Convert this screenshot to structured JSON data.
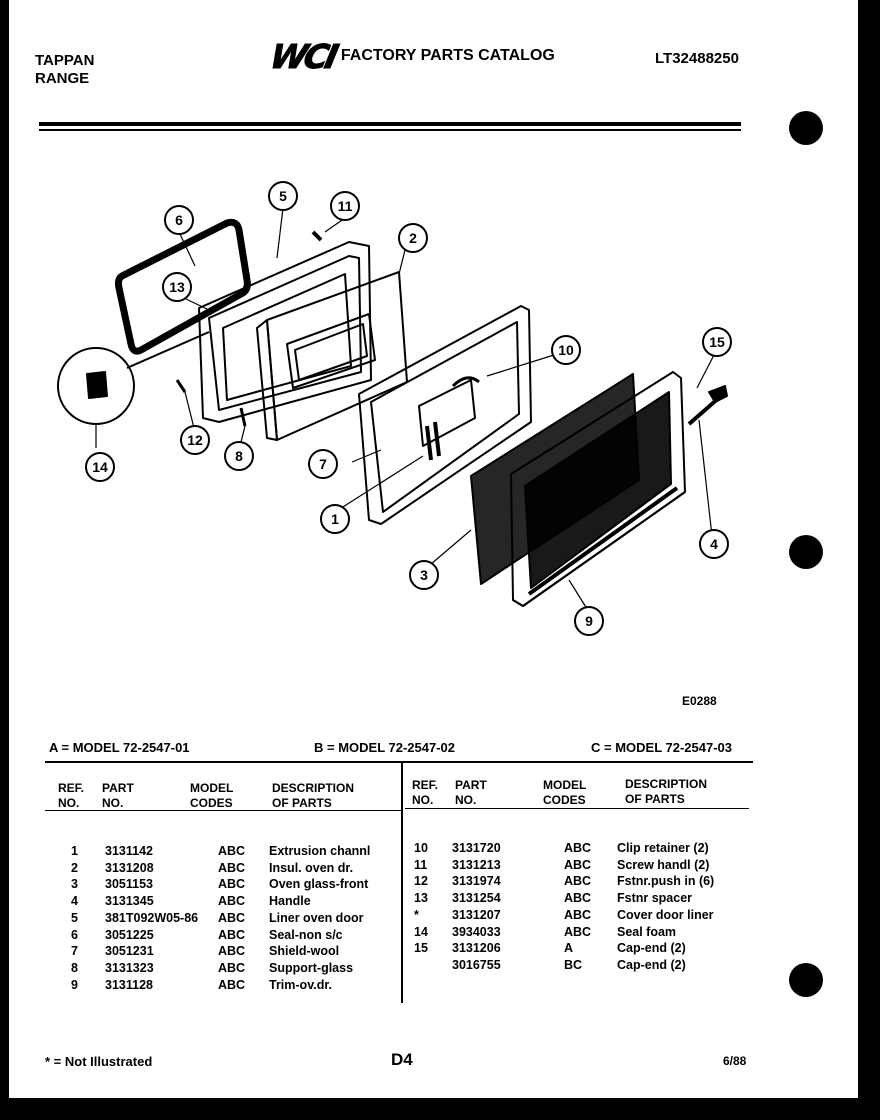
{
  "header": {
    "brand_line1": "TAPPAN",
    "brand_line2": "RANGE",
    "logo": "WCI",
    "catalog_title": "FACTORY PARTS CATALOG",
    "catalog_number": "LT32488250"
  },
  "diagram": {
    "code": "E0288",
    "callouts": [
      "1",
      "2",
      "3",
      "4",
      "5",
      "6",
      "7",
      "8",
      "9",
      "10",
      "11",
      "12",
      "13",
      "14",
      "15"
    ]
  },
  "models": {
    "a": "A = MODEL 72-2547-01",
    "b": "B = MODEL 72-2547-02",
    "c": "C = MODEL 72-2547-03"
  },
  "table": {
    "headers": {
      "ref_1": "REF.",
      "ref_2": "NO.",
      "part_1": "PART",
      "part_2": "NO.",
      "model_1": "MODEL",
      "model_2": "CODES",
      "desc_1": "DESCRIPTION",
      "desc_2": "OF PARTS"
    },
    "left_rows": [
      {
        "ref": "1",
        "part": "3131142",
        "codes": "ABC",
        "desc": "Extrusion channl"
      },
      {
        "ref": "2",
        "part": "3131208",
        "codes": "ABC",
        "desc": "Insul. oven dr."
      },
      {
        "ref": "3",
        "part": "3051153",
        "codes": "ABC",
        "desc": "Oven glass-front"
      },
      {
        "ref": "4",
        "part": "3131345",
        "codes": "ABC",
        "desc": "Handle"
      },
      {
        "ref": "5",
        "part": "381T092W05-86",
        "codes": "ABC",
        "desc": "Liner oven door"
      },
      {
        "ref": "6",
        "part": "3051225",
        "codes": "ABC",
        "desc": "Seal-non s/c"
      },
      {
        "ref": "7",
        "part": "3051231",
        "codes": "ABC",
        "desc": "Shield-wool"
      },
      {
        "ref": "8",
        "part": "3131323",
        "codes": "ABC",
        "desc": "Support-glass"
      },
      {
        "ref": "9",
        "part": "3131128",
        "codes": "ABC",
        "desc": "Trim-ov.dr."
      }
    ],
    "right_rows": [
      {
        "ref": "10",
        "part": "3131720",
        "codes": "ABC",
        "desc": "Clip retainer (2)"
      },
      {
        "ref": "11",
        "part": "3131213",
        "codes": "ABC",
        "desc": "Screw handl (2)"
      },
      {
        "ref": "12",
        "part": "3131974",
        "codes": "ABC",
        "desc": "Fstnr.push in (6)"
      },
      {
        "ref": "13",
        "part": "3131254",
        "codes": "ABC",
        "desc": "Fstnr spacer"
      },
      {
        "ref": "*",
        "part": "3131207",
        "codes": "ABC",
        "desc": "Cover door liner"
      },
      {
        "ref": "14",
        "part": "3934033",
        "codes": "ABC",
        "desc": "Seal foam"
      },
      {
        "ref": "15",
        "part": "3131206",
        "codes": "A",
        "desc": "Cap-end (2)"
      },
      {
        "ref": "",
        "part": "3016755",
        "codes": "BC",
        "desc": "Cap-end (2)"
      }
    ]
  },
  "footer": {
    "note": "* = Not Illustrated",
    "page": "D4",
    "date": "6/88"
  }
}
